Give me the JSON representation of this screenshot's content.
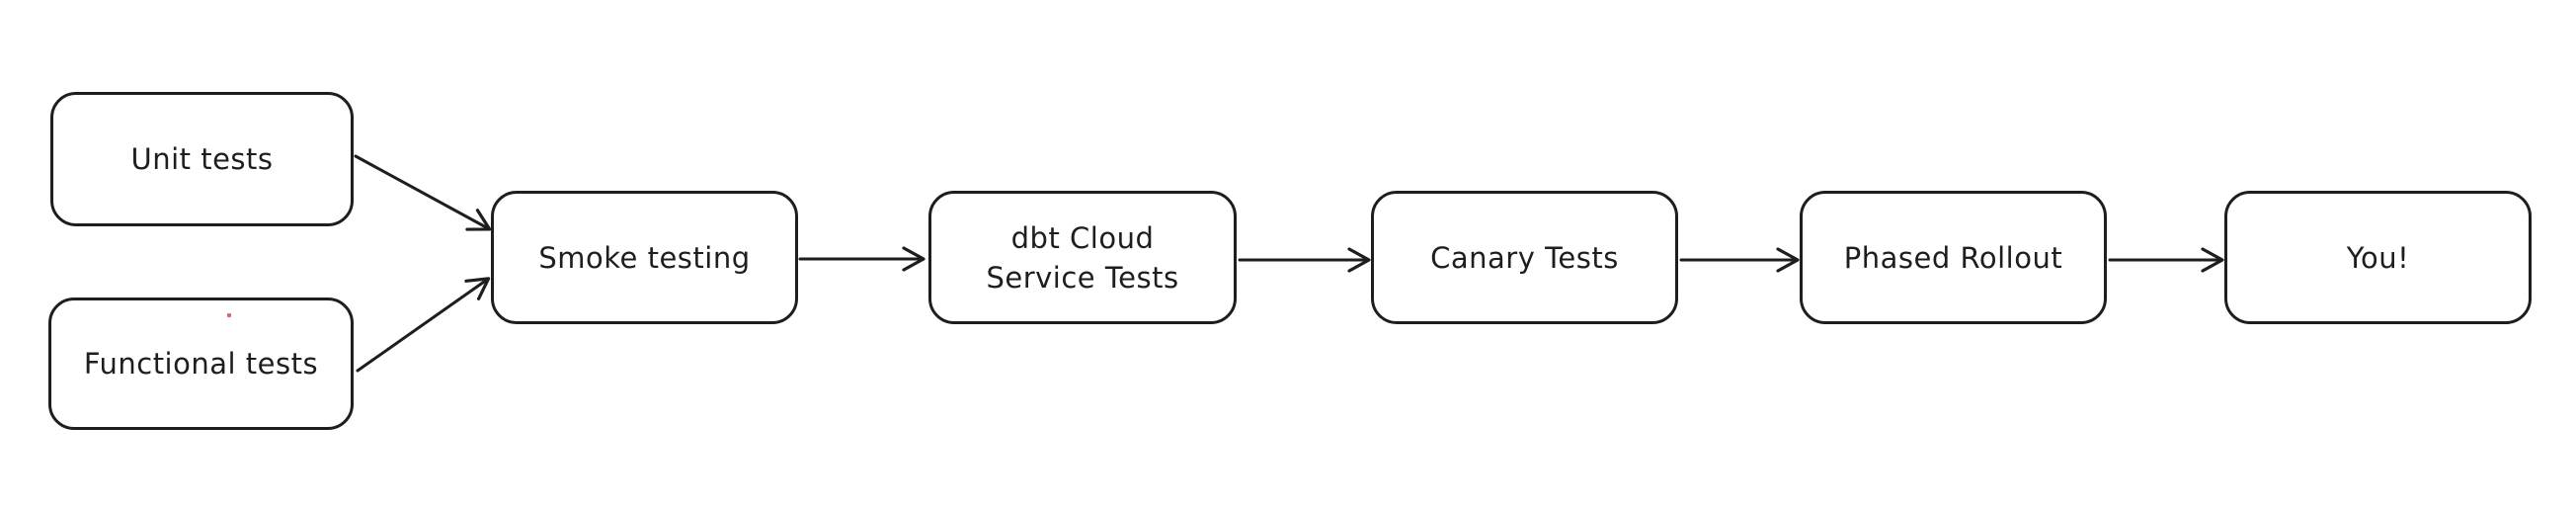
{
  "canvas": {
    "background_color": "#ffffff",
    "stroke_color": "#1e1e1e",
    "text_color": "#1e1e1e",
    "artifact_dot_color": "#d26a6a"
  },
  "nodes": [
    {
      "id": "unit-tests",
      "label": "Unit tests"
    },
    {
      "id": "functional-tests",
      "label": "Functional tests"
    },
    {
      "id": "smoke-testing",
      "label": "Smoke testing"
    },
    {
      "id": "dbt-cloud-service-tests",
      "label": "dbt Cloud Service Tests",
      "lines": [
        "dbt Cloud",
        "Service Tests"
      ]
    },
    {
      "id": "canary-tests",
      "label": "Canary Tests"
    },
    {
      "id": "phased-rollout",
      "label": "Phased Rollout"
    },
    {
      "id": "you",
      "label": "You!"
    }
  ],
  "edges": [
    {
      "from": "Unit tests",
      "to": "Smoke testing"
    },
    {
      "from": "Functional tests",
      "to": "Smoke testing"
    },
    {
      "from": "Smoke testing",
      "to": "dbt Cloud Service Tests"
    },
    {
      "from": "dbt Cloud Service Tests",
      "to": "Canary Tests"
    },
    {
      "from": "Canary Tests",
      "to": "Phased Rollout"
    },
    {
      "from": "Phased Rollout",
      "to": "You!"
    }
  ]
}
